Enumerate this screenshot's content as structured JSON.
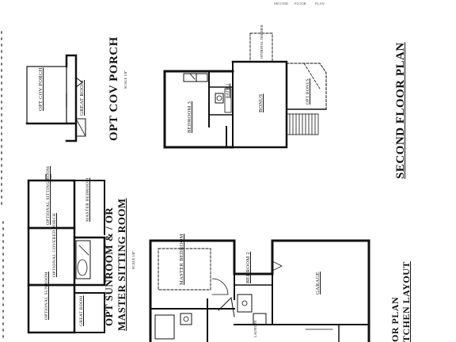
{
  "titles": {
    "second_floor": "SECOND FLOOR PLAN",
    "cov_porch": "OPT COV PORCH",
    "sunroom_line1": "OPT SUNROOM & / OR",
    "sunroom_line2": "MASTER SITTING ROOM",
    "first_floor_partial": "OR PLAN",
    "kitchen_partial": "TCHEN LAYOUT",
    "scale": "SCALE 1/8\""
  },
  "rooms": {
    "opt_cov_porch": "OPT COV PORCH",
    "great_room_a": "GREAT ROOM",
    "bedroom3": "BEDROOM 3",
    "bath2": "BATH 2",
    "bonus": "BONUS",
    "opt_bonus": "OPT BONUS",
    "opt_dormer": "OPTIONAL DORMER",
    "opt_sitting": "OPTIONAL SITTING ROOM",
    "master_bedroom_small": "MASTER BEDROOM",
    "opt_covered_porch": "OPTIONAL COVERED PORCH",
    "opt_sunroom": "OPTIONAL SUNROOM",
    "great_room_b": "GREAT ROOM",
    "master_bedroom": "MASTER BEDROOM",
    "bedroom2": "BEDROOM 2",
    "garage": "GARAGE",
    "laundry": "LAUNDRY"
  },
  "labels": {
    "top_right_notes": [
      "SECOND",
      "FLOOR",
      "PLAN"
    ]
  }
}
